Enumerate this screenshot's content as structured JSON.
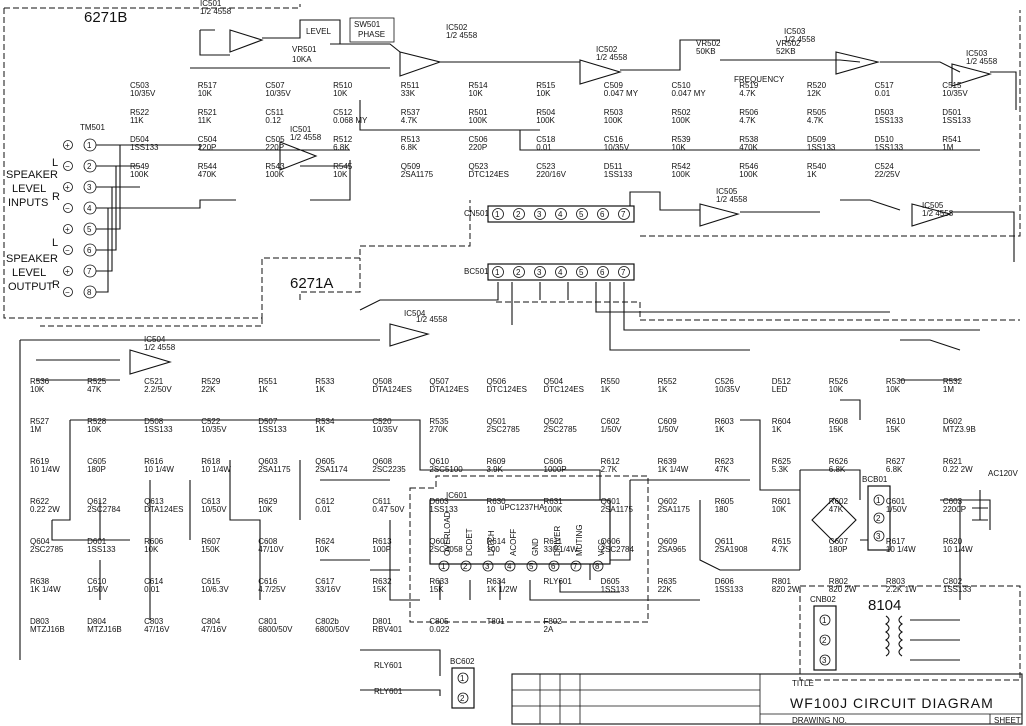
{
  "blocks": {
    "block_b": "6271B",
    "block_a": "6271A",
    "block_8104": "8104"
  },
  "io_labels": {
    "speaker_inputs": [
      "SPEAKER",
      "LEVEL",
      "INPUTS"
    ],
    "speaker_output": [
      "SPEAKER",
      "LEVEL",
      "OUTPUT"
    ],
    "side_l": "L",
    "side_r": "R",
    "ac_label": "AC120V"
  },
  "connectors": {
    "tm501": {
      "ref": "TM501",
      "pins": [
        "1",
        "2",
        "3",
        "4",
        "5",
        "6",
        "7",
        "8"
      ]
    },
    "cn501": {
      "ref": "CN501",
      "pins": [
        "1",
        "2",
        "3",
        "4",
        "5",
        "6",
        "7"
      ]
    },
    "bc501": {
      "ref": "BC501",
      "pins": [
        "1",
        "2",
        "3",
        "4",
        "5",
        "6",
        "7"
      ]
    },
    "bcb01": {
      "ref": "BCB01",
      "pins": [
        "1",
        "2",
        "3"
      ]
    },
    "cnb02": {
      "ref": "CNB02",
      "pins": [
        "1",
        "2",
        "3"
      ]
    },
    "bc602": {
      "ref": "BC602",
      "pins": [
        "1",
        "2"
      ]
    }
  },
  "ics": [
    {
      "ref": "IC501",
      "desc": "1/2 4558"
    },
    {
      "ref": "IC502",
      "desc": "1/2 4558"
    },
    {
      "ref": "IC502",
      "desc": "1/2 4558"
    },
    {
      "ref": "IC503",
      "desc": "1/2 4558"
    },
    {
      "ref": "IC503",
      "desc": "1/2 4558"
    },
    {
      "ref": "IC501",
      "desc": "1/2 4558"
    },
    {
      "ref": "IC505",
      "desc": "1/2 4558"
    },
    {
      "ref": "IC505",
      "desc": "1/2 4558"
    },
    {
      "ref": "IC504",
      "desc": "1/2 4558"
    },
    {
      "ref": "IC504",
      "desc": "1/2 4558"
    },
    {
      "ref": "IC601",
      "desc": "uPC1237HA"
    }
  ],
  "controls": {
    "level": "LEVEL",
    "phase_switch": "SW501",
    "phase_text": "PHASE",
    "frequency": "FREQUENCY",
    "vr501": "VR501",
    "vr501_val": "10KA",
    "vr502a": "VR502",
    "vr502a_val": "50KB",
    "vr502b": "VR502",
    "vr502b_val": "52KB"
  },
  "ic601_pins": [
    {
      "n": "1",
      "name": "OVERLOAD"
    },
    {
      "n": "2",
      "name": "DCDET"
    },
    {
      "n": "3",
      "name": "LATCH"
    },
    {
      "n": "4",
      "name": "ACOFF"
    },
    {
      "n": "5",
      "name": "GND"
    },
    {
      "n": "6",
      "name": "DRIVER"
    },
    {
      "n": "7",
      "name": "MUTING"
    },
    {
      "n": "8",
      "name": "VCC"
    }
  ],
  "parts_top": [
    {
      "ref": "C503",
      "val": "10/35V"
    },
    {
      "ref": "R517",
      "val": "10K"
    },
    {
      "ref": "C507",
      "val": "10/35V"
    },
    {
      "ref": "R510",
      "val": "10K"
    },
    {
      "ref": "R511",
      "val": "33K"
    },
    {
      "ref": "R514",
      "val": "10K"
    },
    {
      "ref": "R515",
      "val": "10K"
    },
    {
      "ref": "C509",
      "val": "0.047 MY"
    },
    {
      "ref": "C510",
      "val": "0.047 MY"
    },
    {
      "ref": "R519",
      "val": "4.7K"
    },
    {
      "ref": "R520",
      "val": "12K"
    },
    {
      "ref": "C517",
      "val": "0.01"
    },
    {
      "ref": "C515",
      "val": "10/35V"
    },
    {
      "ref": "R522",
      "val": "11K"
    },
    {
      "ref": "R521",
      "val": "11K"
    },
    {
      "ref": "C511",
      "val": "0.12"
    },
    {
      "ref": "C512",
      "val": "0.068 MY"
    },
    {
      "ref": "R537",
      "val": "4.7K"
    },
    {
      "ref": "R501",
      "val": "100K"
    },
    {
      "ref": "R504",
      "val": "100K"
    },
    {
      "ref": "R503",
      "val": "100K"
    },
    {
      "ref": "R502",
      "val": "100K"
    },
    {
      "ref": "R506",
      "val": "4.7K"
    },
    {
      "ref": "R505",
      "val": "4.7K"
    },
    {
      "ref": "D503",
      "val": "1SS133"
    },
    {
      "ref": "D501",
      "val": "1SS133"
    },
    {
      "ref": "D504",
      "val": "1SS133"
    },
    {
      "ref": "C504",
      "val": "220P"
    },
    {
      "ref": "C505",
      "val": "220P"
    },
    {
      "ref": "R512",
      "val": "6.8K"
    },
    {
      "ref": "R513",
      "val": "6.8K"
    },
    {
      "ref": "C506",
      "val": "220P"
    },
    {
      "ref": "C518",
      "val": "0.01"
    },
    {
      "ref": "C516",
      "val": "10/35V"
    },
    {
      "ref": "R539",
      "val": "10K"
    },
    {
      "ref": "R538",
      "val": "470K"
    },
    {
      "ref": "D509",
      "val": "1SS133"
    },
    {
      "ref": "D510",
      "val": "1SS133"
    },
    {
      "ref": "R541",
      "val": "1M"
    },
    {
      "ref": "R549",
      "val": "100K"
    },
    {
      "ref": "R544",
      "val": "470K"
    },
    {
      "ref": "R543",
      "val": "100K"
    },
    {
      "ref": "R545",
      "val": "10K"
    },
    {
      "ref": "Q509",
      "val": "2SA1175"
    },
    {
      "ref": "Q523",
      "val": "DTC124ES"
    },
    {
      "ref": "C523",
      "val": "220/16V"
    },
    {
      "ref": "D511",
      "val": "1SS133"
    },
    {
      "ref": "R542",
      "val": "100K"
    },
    {
      "ref": "R546",
      "val": "100K"
    },
    {
      "ref": "R540",
      "val": "1K"
    },
    {
      "ref": "C524",
      "val": "22/25V"
    }
  ],
  "parts_bottom": [
    {
      "ref": "R536",
      "val": "10K"
    },
    {
      "ref": "R525",
      "val": "47K"
    },
    {
      "ref": "C521",
      "val": "2.2/50V"
    },
    {
      "ref": "R529",
      "val": "22K"
    },
    {
      "ref": "R551",
      "val": "1K"
    },
    {
      "ref": "R533",
      "val": "1K"
    },
    {
      "ref": "Q508",
      "val": "DTA124ES"
    },
    {
      "ref": "Q507",
      "val": "DTA124ES"
    },
    {
      "ref": "Q506",
      "val": "DTC124ES"
    },
    {
      "ref": "Q504",
      "val": "DTC124ES"
    },
    {
      "ref": "R550",
      "val": "1K"
    },
    {
      "ref": "R552",
      "val": "1K"
    },
    {
      "ref": "C526",
      "val": "10/35V"
    },
    {
      "ref": "D512",
      "val": "LED"
    },
    {
      "ref": "R526",
      "val": "10K"
    },
    {
      "ref": "R530",
      "val": "10K"
    },
    {
      "ref": "R532",
      "val": "1M"
    },
    {
      "ref": "R527",
      "val": "1M"
    },
    {
      "ref": "R528",
      "val": "10K"
    },
    {
      "ref": "D508",
      "val": "1SS133"
    },
    {
      "ref": "C522",
      "val": "10/35V"
    },
    {
      "ref": "D507",
      "val": "1SS133"
    },
    {
      "ref": "R534",
      "val": "1K"
    },
    {
      "ref": "C520",
      "val": "10/35V"
    },
    {
      "ref": "R535",
      "val": "270K"
    },
    {
      "ref": "Q501",
      "val": "2SC2785"
    },
    {
      "ref": "Q502",
      "val": "2SC2785"
    },
    {
      "ref": "C602",
      "val": "1/50V"
    },
    {
      "ref": "C609",
      "val": "1/50V"
    },
    {
      "ref": "R603",
      "val": "1K"
    },
    {
      "ref": "R604",
      "val": "1K"
    },
    {
      "ref": "R608",
      "val": "15K"
    },
    {
      "ref": "R610",
      "val": "15K"
    },
    {
      "ref": "D602",
      "val": "MTZ3.9B"
    },
    {
      "ref": "R619",
      "val": "10 1/4W"
    },
    {
      "ref": "C605",
      "val": "180P"
    },
    {
      "ref": "R616",
      "val": "10 1/4W"
    },
    {
      "ref": "R618",
      "val": "10 1/4W"
    },
    {
      "ref": "Q603",
      "val": "2SA1175"
    },
    {
      "ref": "Q605",
      "val": "2SA1174"
    },
    {
      "ref": "Q608",
      "val": "2SC2235"
    },
    {
      "ref": "Q610",
      "val": "2SC5100"
    },
    {
      "ref": "R609",
      "val": "3.9K"
    },
    {
      "ref": "C606",
      "val": "1000P"
    },
    {
      "ref": "R612",
      "val": "2.7K"
    },
    {
      "ref": "R639",
      "val": "1K 1/4W"
    },
    {
      "ref": "R623",
      "val": "47K"
    },
    {
      "ref": "R625",
      "val": "5.3K"
    },
    {
      "ref": "R626",
      "val": "6.8K"
    },
    {
      "ref": "R627",
      "val": "6.8K"
    },
    {
      "ref": "R621",
      "val": "0.22 2W"
    },
    {
      "ref": "R622",
      "val": "0.22 2W"
    },
    {
      "ref": "Q612",
      "val": "2SC2784"
    },
    {
      "ref": "Q613",
      "val": "DTA124ES"
    },
    {
      "ref": "C613",
      "val": "10/50V"
    },
    {
      "ref": "R629",
      "val": "10K"
    },
    {
      "ref": "C612",
      "val": "0.01"
    },
    {
      "ref": "C611",
      "val": "0.47 50V"
    },
    {
      "ref": "D603",
      "val": "1SS133"
    },
    {
      "ref": "R630",
      "val": "10"
    },
    {
      "ref": "R631",
      "val": "100K"
    },
    {
      "ref": "Q601",
      "val": "2SA1175"
    },
    {
      "ref": "Q602",
      "val": "2SA1175"
    },
    {
      "ref": "R605",
      "val": "180"
    },
    {
      "ref": "R601",
      "val": "10K"
    },
    {
      "ref": "R602",
      "val": "47K"
    },
    {
      "ref": "C601",
      "val": "1/50V"
    },
    {
      "ref": "C603",
      "val": "2200P"
    },
    {
      "ref": "Q604",
      "val": "2SC2785"
    },
    {
      "ref": "D601",
      "val": "1SS133"
    },
    {
      "ref": "R606",
      "val": "10K"
    },
    {
      "ref": "R607",
      "val": "150K"
    },
    {
      "ref": "C608",
      "val": "47/10V"
    },
    {
      "ref": "R624",
      "val": "10K"
    },
    {
      "ref": "R613",
      "val": "100P"
    },
    {
      "ref": "Q607",
      "val": "2SC4058"
    },
    {
      "ref": "R614",
      "val": "100"
    },
    {
      "ref": "R611",
      "val": "330 1/4W"
    },
    {
      "ref": "Q606",
      "val": "2SC2784"
    },
    {
      "ref": "Q609",
      "val": "2SA965"
    },
    {
      "ref": "Q611",
      "val": "2SA1908"
    },
    {
      "ref": "R615",
      "val": "4.7K"
    },
    {
      "ref": "C607",
      "val": "180P"
    },
    {
      "ref": "R617",
      "val": "10 1/4W"
    },
    {
      "ref": "R620",
      "val": "10 1/4W"
    },
    {
      "ref": "R638",
      "val": "1K 1/4W"
    },
    {
      "ref": "C610",
      "val": "1/50V"
    },
    {
      "ref": "C614",
      "val": "0.01"
    },
    {
      "ref": "C615",
      "val": "10/6.3V"
    },
    {
      "ref": "C616",
      "val": "4.7/25V"
    },
    {
      "ref": "C617",
      "val": "33/16V"
    },
    {
      "ref": "R632",
      "val": "15K"
    },
    {
      "ref": "R633",
      "val": "15K"
    },
    {
      "ref": "R634",
      "val": "1K 1/2W"
    },
    {
      "ref": "RLY601",
      "val": ""
    },
    {
      "ref": "D605",
      "val": "1SS133"
    },
    {
      "ref": "R635",
      "val": "22K"
    },
    {
      "ref": "D606",
      "val": "1SS133"
    },
    {
      "ref": "R801",
      "val": "820 2W"
    },
    {
      "ref": "R802",
      "val": "820 2W"
    },
    {
      "ref": "R803",
      "val": "2.2K 1W"
    },
    {
      "ref": "C802",
      "val": "1SS133"
    },
    {
      "ref": "D803",
      "val": "MTZJ16B"
    },
    {
      "ref": "D804",
      "val": "MTZJ16B"
    },
    {
      "ref": "C803",
      "val": "47/16V"
    },
    {
      "ref": "C804",
      "val": "47/16V"
    },
    {
      "ref": "C801",
      "val": "6800/50V"
    },
    {
      "ref": "C802b",
      "val": "6800/50V"
    },
    {
      "ref": "D801",
      "val": "RBV401"
    },
    {
      "ref": "C805",
      "val": "0.022"
    },
    {
      "ref": "T801",
      "val": ""
    },
    {
      "ref": "F802",
      "val": "2A"
    }
  ],
  "relays": {
    "r1": "RLY601",
    "r2": "RLY601"
  },
  "title_block": {
    "label": "TITLE",
    "name": "WF100J CIRCUIT DIAGRAM",
    "drawing_no": "DRAWING NO.",
    "sheet": "SHEET"
  },
  "colors": {
    "ink": "#111111",
    "paper": "#ffffff"
  }
}
